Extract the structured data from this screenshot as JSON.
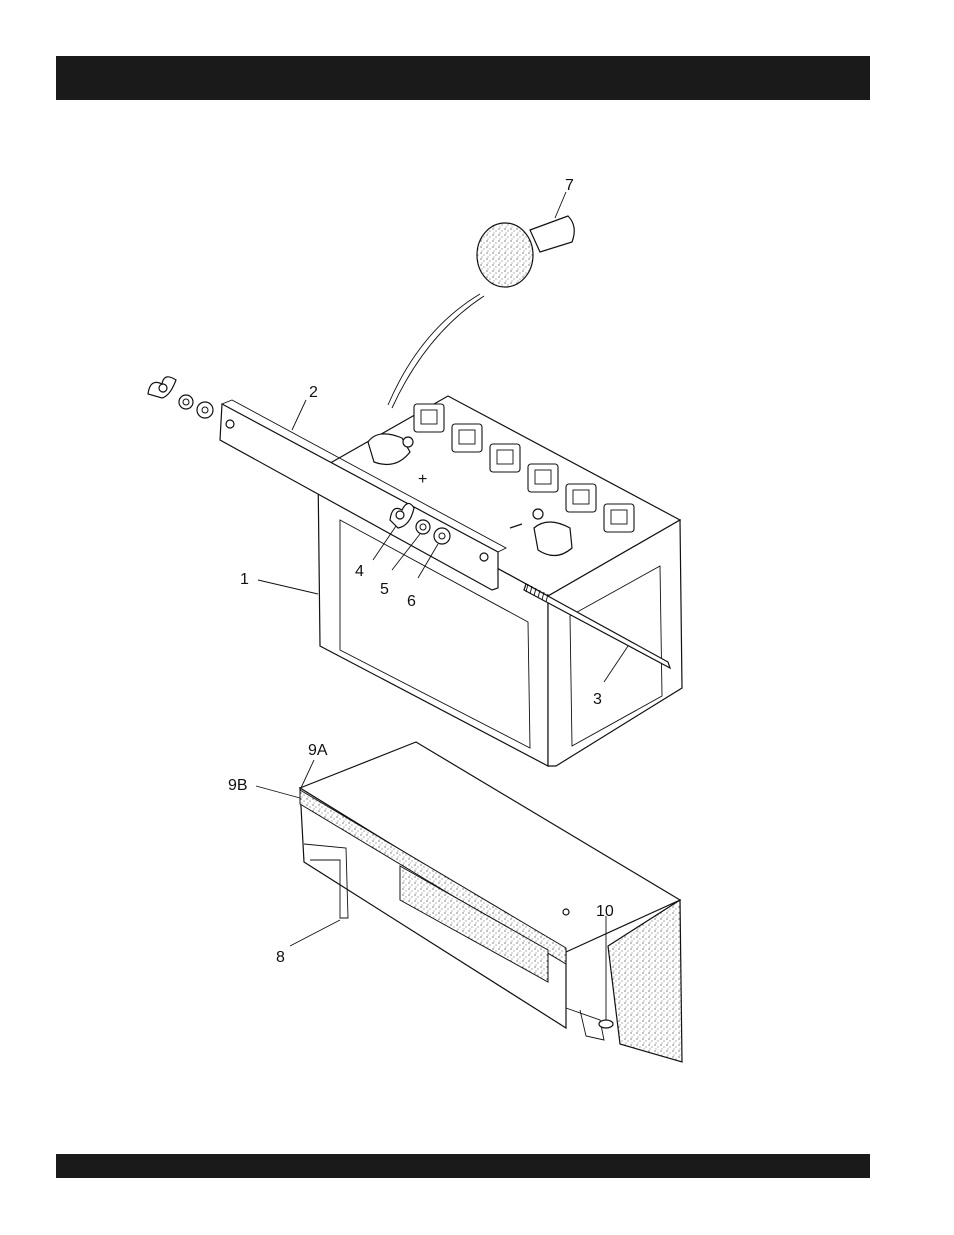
{
  "header": {
    "title": ""
  },
  "footer": {
    "text": ""
  },
  "callouts": {
    "c1": "1",
    "c2": "2",
    "c3": "3",
    "c4": "4",
    "c5": "5",
    "c6": "6",
    "c7": "7",
    "c8": "8",
    "c9a": "9A",
    "c9b": "9B",
    "c10": "10"
  },
  "colors": {
    "bar": "#1a1a1a",
    "line": "#111111",
    "background": "#ffffff"
  }
}
